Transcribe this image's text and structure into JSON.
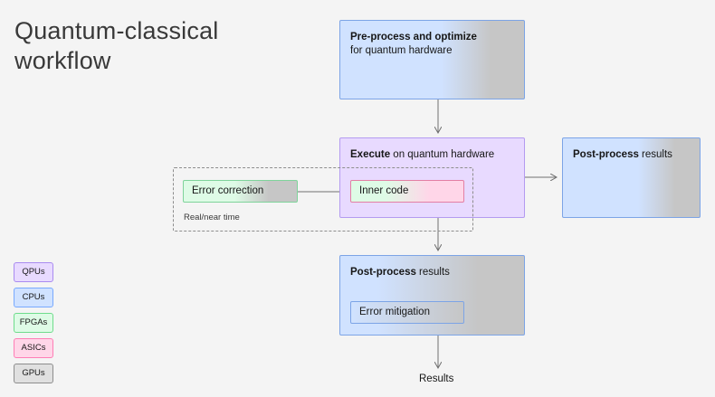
{
  "title": "Quantum-classical workflow",
  "nodes": {
    "preprocess": {
      "bold": "Pre-process and optimize",
      "rest": "for quantum hardware"
    },
    "execute": {
      "bold": "Execute",
      "rest": " on quantum hardware"
    },
    "postprocess_right": {
      "bold": "Post-process",
      "rest": " results"
    },
    "postprocess_bottom": {
      "bold": "Post-process",
      "rest": " results"
    },
    "error_correction": "Error correction",
    "inner_code": "Inner code",
    "error_mitigation": "Error mitigation",
    "realtime_label": "Real/near time",
    "results": "Results"
  },
  "legend": [
    {
      "label": "QPUs",
      "color": "#e8daff",
      "border": "#a98bf0"
    },
    {
      "label": "CPUs",
      "color": "#d0e2ff",
      "border": "#78a9ff"
    },
    {
      "label": "FPGAs",
      "color": "#defbe6",
      "border": "#6fdc8c"
    },
    {
      "label": "ASICs",
      "color": "#ffd6e8",
      "border": "#ff7eb6"
    },
    {
      "label": "GPUs",
      "color": "#e0e0e0",
      "border": "#8d8d8d"
    }
  ]
}
